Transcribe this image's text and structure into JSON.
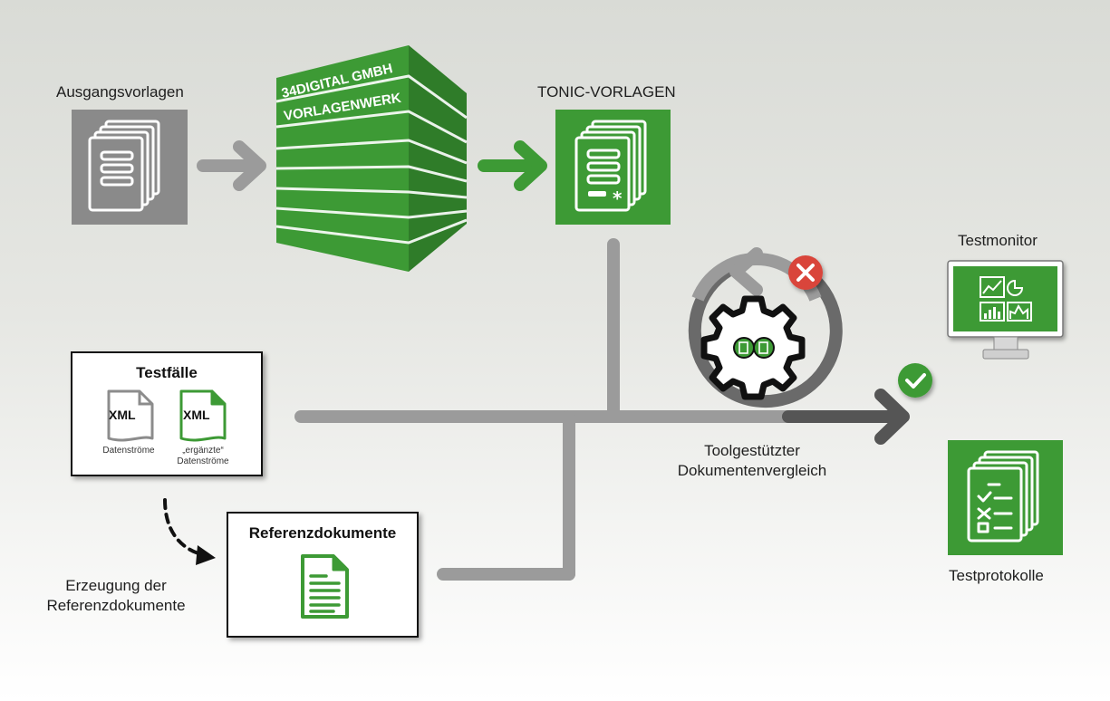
{
  "labels": {
    "source_templates": "Ausgangsvorlagen",
    "tonic_templates": "TONIC-VORLAGEN",
    "test_monitor": "Testmonitor",
    "test_protocols": "Testprotokolle",
    "tool_compare_line1": "Toolgestützter",
    "tool_compare_line2": "Dokumentenvergleich",
    "generation_line1": "Erzeugung der",
    "generation_line2": "Referenzdokumente"
  },
  "building": {
    "line1": "34DIGITAL GMBH",
    "line2": "VORLAGENWERK"
  },
  "testcases": {
    "title": "Testfälle",
    "xml_label": "XML",
    "stream1": "Datenströme",
    "stream2_line1": "„ergänzte“",
    "stream2_line2": "Datenströme"
  },
  "reference": {
    "title": "Referenzdokumente"
  },
  "colors": {
    "green": "#3d9a35",
    "dark_green": "#2f7c29",
    "gray_box": "#8a8a8a",
    "arrow_gray": "#9b9b9b",
    "dark_arrow": "#555555",
    "error_red": "#d9453b",
    "ok_green": "#3d9a35"
  },
  "icons": {
    "source": "document-stack-icon",
    "tonic": "template-stack-icon",
    "gear": "gear-icon",
    "cycle": "refresh-cycle-icon",
    "error": "error-x-icon",
    "ok": "check-icon",
    "monitor": "monitor-chart-icon",
    "protocol": "checklist-icon",
    "reference": "document-icon"
  }
}
